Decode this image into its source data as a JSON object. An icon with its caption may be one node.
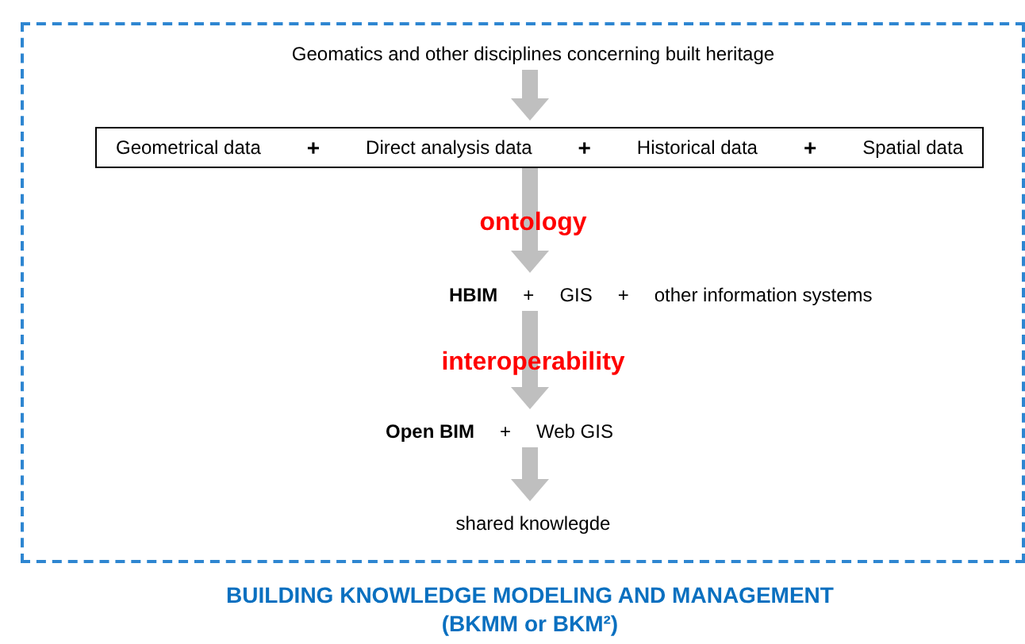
{
  "diagram": {
    "title": "BUILDING KNOWLEDGE MODELING AND MANAGEMENT (BKMM or BKM²)",
    "nodes": [
      {
        "text": [],
        "shape": "box"
      },
      {
        "text": [
          "Geomatics and other disciplines concerning built heritage"
        ],
        "in": 0
      },
      {
        "text": [
          "Geometrical data",
          "+",
          "Direct analysis data",
          "+",
          "Historical data",
          "+",
          "Spatial data"
        ],
        "in": 0
      },
      {
        "text": [
          "HBIM",
          "+",
          "GIS",
          "+",
          "other information systems"
        ],
        "in": 0
      },
      {
        "text": [
          "Open BIM",
          "+",
          "Web GIS"
        ],
        "in": 0
      },
      {
        "text": [
          "shared knowlegde"
        ],
        "in": 0
      }
    ],
    "edges": [
      {
        "from": 1,
        "to": 2,
        "arrow": "to"
      },
      {
        "from": 2,
        "to": 3,
        "arrow": "to",
        "label": "ontology"
      },
      {
        "from": 3,
        "to": 4,
        "arrow": "to",
        "label": "interoperability"
      },
      {
        "from": 4,
        "to": 5,
        "arrow": "to"
      }
    ]
  }
}
